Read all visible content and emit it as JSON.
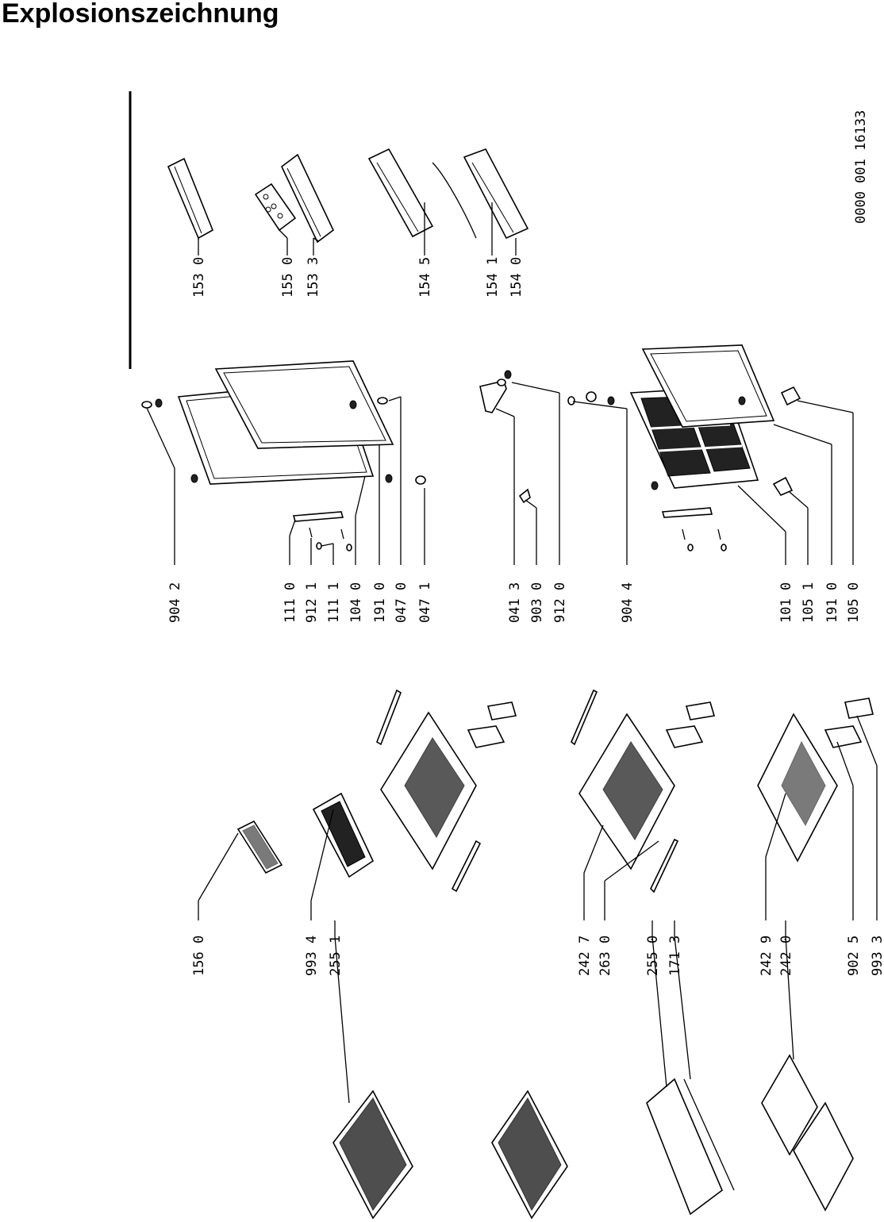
{
  "title": "Explosionszeichnung",
  "doc_number": "0000 001  16133",
  "part_labels": [
    "153 0",
    "155 0",
    "153 3",
    "154 5",
    "154 1",
    "154 0",
    "904 2",
    "111 0",
    "912 1",
    "111 1",
    "104 0",
    "191 0",
    "047 0",
    "047 1",
    "041 3",
    "903 0",
    "912 0",
    "904 4",
    "101 0",
    "105 1",
    "191 0",
    "105 0",
    "156 0",
    "993 4",
    "255 1",
    "242 7",
    "263 0",
    "255 0",
    "171 3",
    "242 9",
    "242 0",
    "902 5",
    "993 3"
  ]
}
